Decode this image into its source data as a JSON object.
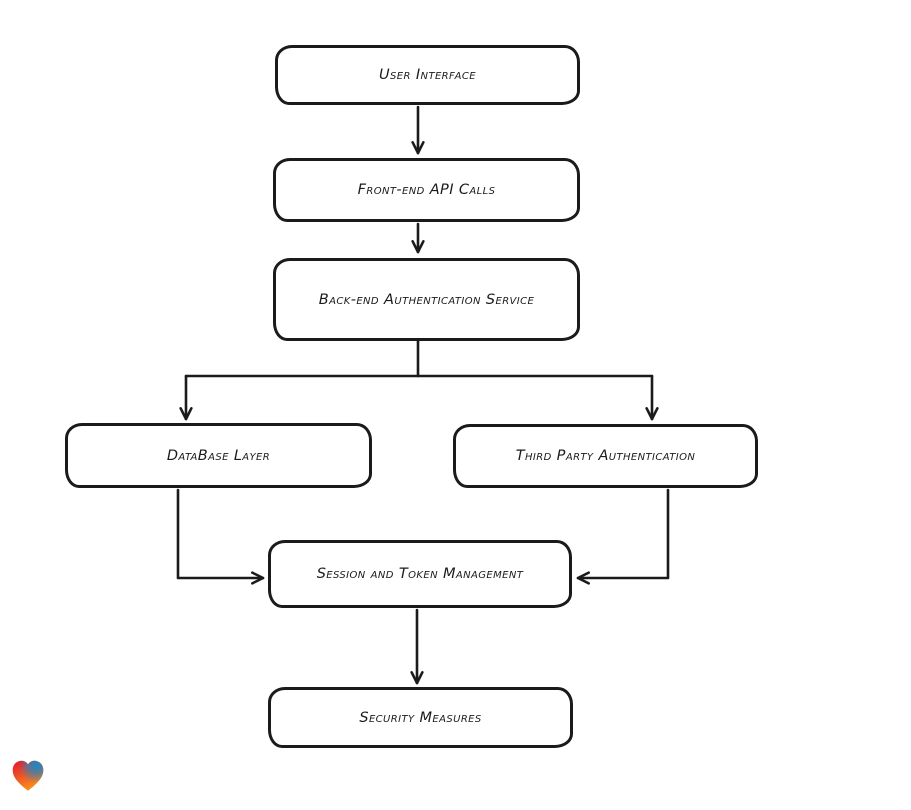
{
  "diagram": {
    "type": "flowchart",
    "style": "hand-drawn-sketch",
    "background_color": "#ffffff",
    "stroke_color": "#1b1b1b",
    "node_fill_color": "#ffffff",
    "nodes": [
      {
        "id": "user-interface",
        "label": "User Interface"
      },
      {
        "id": "front-end-api-calls",
        "label": "Front-end API Calls"
      },
      {
        "id": "back-end-authentication-service",
        "label": "Back-end Authentication Service"
      },
      {
        "id": "database-layer",
        "label": "DataBase Layer"
      },
      {
        "id": "third-party-authentication",
        "label": "Third Party Authentication"
      },
      {
        "id": "session-and-token-management",
        "label": "Session and Token Management"
      },
      {
        "id": "security-measures",
        "label": "Security Measures"
      }
    ],
    "edges": [
      {
        "from": "user-interface",
        "to": "front-end-api-calls"
      },
      {
        "from": "front-end-api-calls",
        "to": "back-end-authentication-service"
      },
      {
        "from": "back-end-authentication-service",
        "to": "database-layer"
      },
      {
        "from": "back-end-authentication-service",
        "to": "third-party-authentication"
      },
      {
        "from": "database-layer",
        "to": "session-and-token-management"
      },
      {
        "from": "third-party-authentication",
        "to": "session-and-token-management"
      },
      {
        "from": "session-and-token-management",
        "to": "security-measures"
      }
    ]
  },
  "watermark": {
    "icon": "heart-gradient-logo",
    "colors": {
      "red_top_left": "#e4172e",
      "blue_top_right": "#1789c9",
      "orange_bottom": "#f7941d"
    }
  }
}
